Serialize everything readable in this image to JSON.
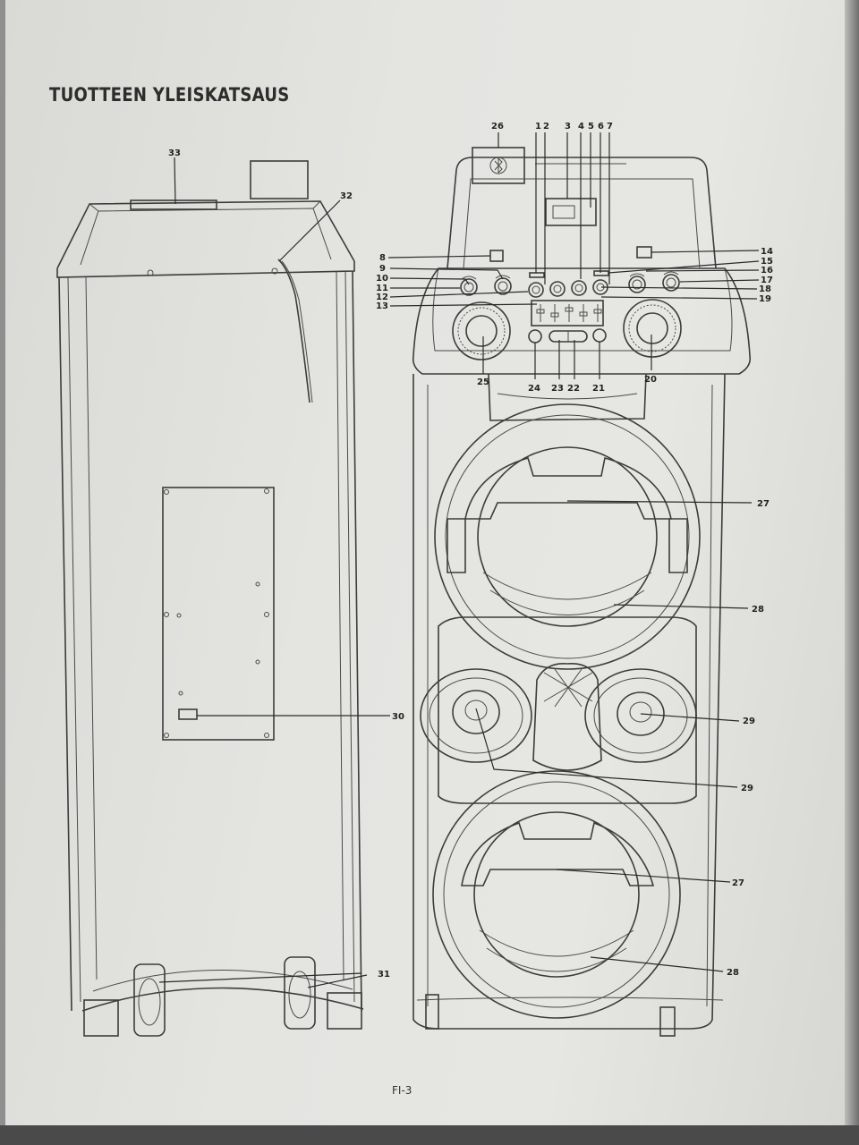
{
  "title": "TUOTTEEN YLEISKATSAUS",
  "page_number": "FI-3",
  "bluetooth_icon": "bluetooth-icon",
  "callouts": {
    "n1": "1",
    "n2": "2",
    "n3": "3",
    "n4": "4",
    "n5": "5",
    "n6": "6",
    "n7": "7",
    "n8": "8",
    "n9": "9",
    "n10": "10",
    "n11": "11",
    "n12": "12",
    "n13": "13",
    "n14": "14",
    "n15": "15",
    "n16": "16",
    "n17": "17",
    "n18": "18",
    "n19": "19",
    "n20": "20",
    "n21": "21",
    "n22": "22",
    "n23": "23",
    "n24": "24",
    "n25": "25",
    "n26": "26",
    "n27": "27",
    "n28": "28",
    "n29": "29",
    "n30": "30",
    "n31": "31",
    "n32": "32",
    "n33": "33"
  }
}
